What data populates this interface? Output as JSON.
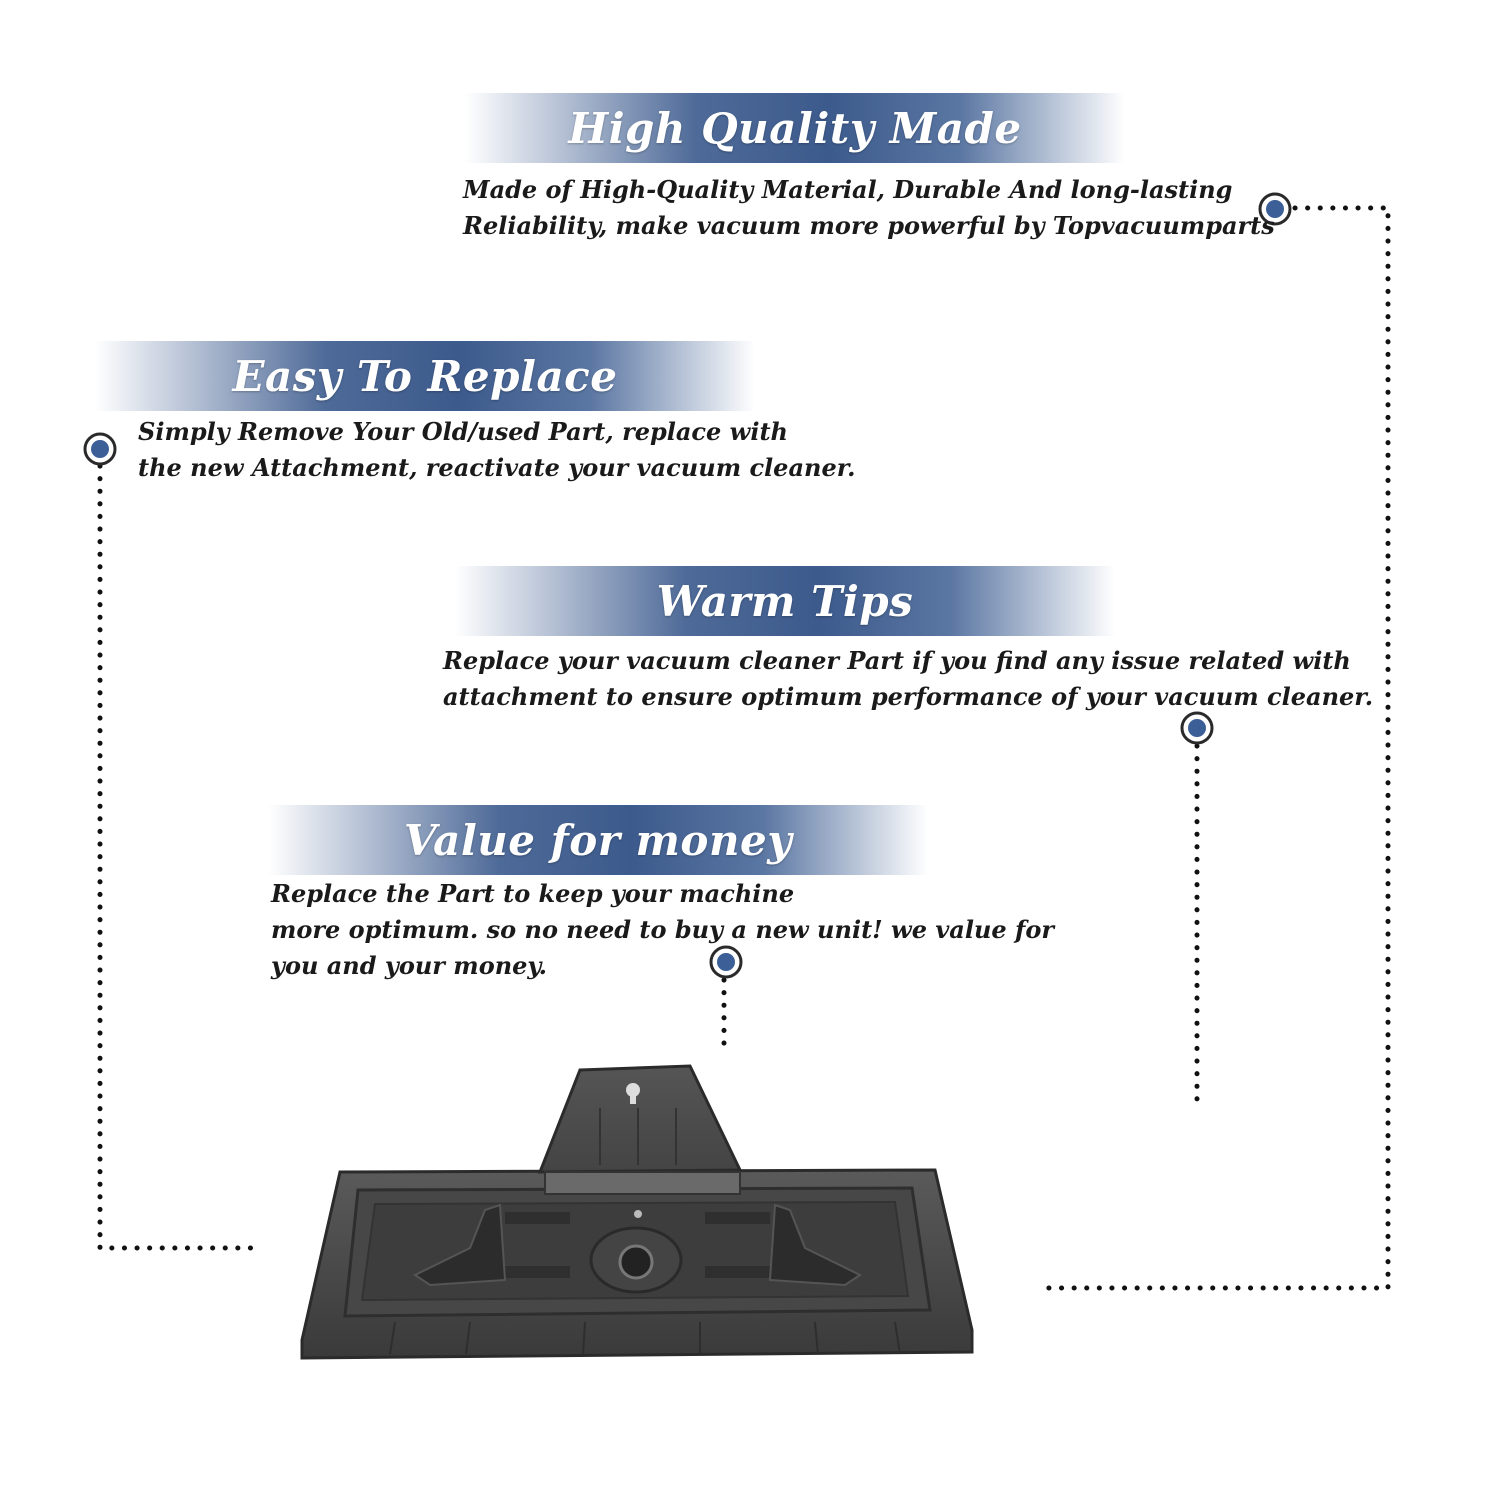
{
  "sections": [
    {
      "title": "High Quality Made",
      "lines": [
        "Made of  High-Quality Material, Durable And long-lasting",
        "Reliability, make vacuum more powerful by Topvacuumparts"
      ]
    },
    {
      "title": "Easy To Replace",
      "lines": [
        "Simply Remove Your Old/used Part, replace with",
        "the new Attachment, reactivate your vacuum cleaner."
      ]
    },
    {
      "title": "Warm Tips",
      "lines": [
        "Replace your vacuum cleaner Part if you find any issue related with",
        " attachment to ensure optimum performance of your vacuum cleaner."
      ]
    },
    {
      "title": "Value for money",
      "lines": [
        "Replace the Part to keep your machine",
        "more optimum. so no need to buy a new unit! we value for",
        "you and your money."
      ]
    }
  ],
  "colors": {
    "banner_blue": "#3c5a8c",
    "marker_blue": "#3b5f96",
    "product_gray": "#4a4a4a",
    "text": "#1a1a1a"
  },
  "product": {
    "icon": "vacuum-attachment-plate"
  }
}
